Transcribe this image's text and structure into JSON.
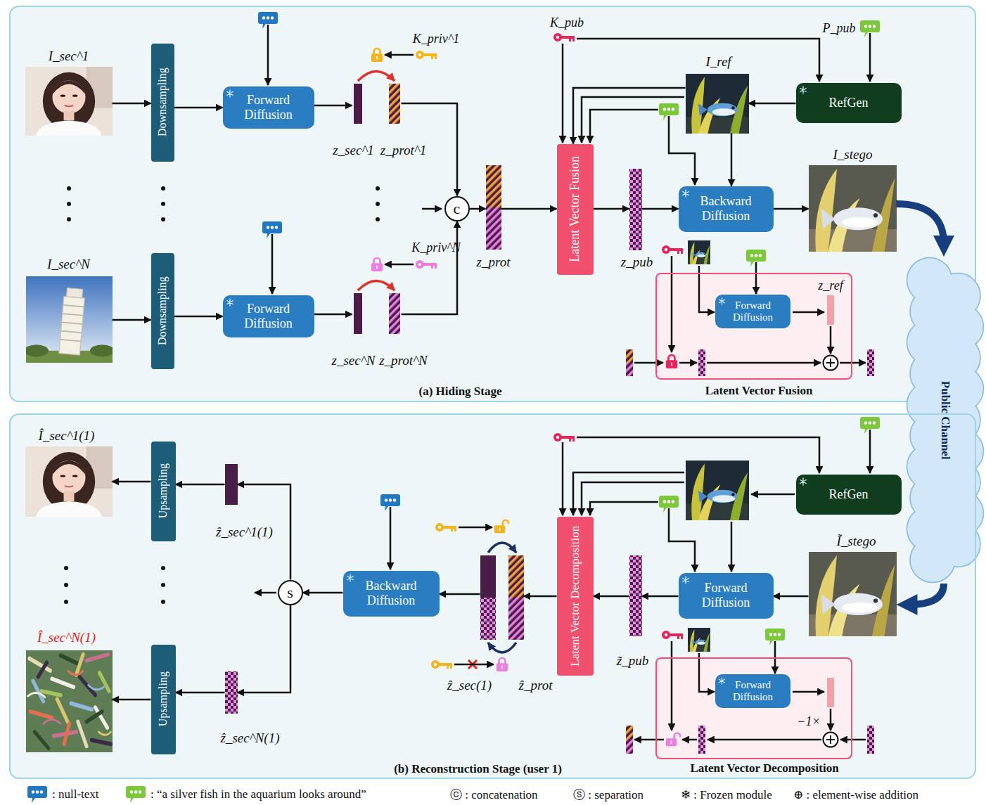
{
  "diagram": {
    "nodes": [
      {
        "text": [
          "(a) Hiding Stage"
        ]
      },
      {
        "text": [
          "I_sec^1"
        ],
        "in": 0
      },
      {
        "text": [
          "Downsampling"
        ],
        "in": 0
      },
      {
        "text": [
          "Forward Diffusion"
        ],
        "in": 0
      },
      {
        "text": [
          "z_sec^1",
          "z_prot^1"
        ],
        "in": 0
      },
      {
        "text": [
          "I_sec^N"
        ],
        "in": 0
      },
      {
        "text": [
          "Downsampling"
        ],
        "in": 0
      },
      {
        "text": [
          "Forward Diffusion"
        ],
        "in": 0
      },
      {
        "text": [
          "z_sec^N",
          "z_prot^N"
        ],
        "in": 0
      },
      {
        "text": [
          "c"
        ],
        "in": 0
      },
      {
        "text": [
          "z_prot"
        ],
        "in": 0
      },
      {
        "text": [
          "Latent Vector Fusion"
        ],
        "in": 0
      },
      {
        "text": [
          "z_pub"
        ],
        "in": 0
      },
      {
        "text": [
          "RefGen"
        ],
        "in": 0
      },
      {
        "text": [
          "I_ref"
        ],
        "in": 0
      },
      {
        "text": [
          "Backward Diffusion"
        ],
        "in": 0
      },
      {
        "text": [
          "I_stego"
        ],
        "in": 0
      },
      {
        "text": [
          "Latent Vector Fusion"
        ],
        "in": 0
      },
      {
        "text": [
          "Forward Diffusion"
        ],
        "in": 17
      },
      {
        "text": [
          "Public Channel"
        ]
      },
      {
        "text": [
          "(b) Reconstruction Stage (user 1)"
        ]
      },
      {
        "text": [
          "Î_sec^1(1)"
        ],
        "in": 20
      },
      {
        "text": [
          "Upsampling"
        ],
        "in": 20
      },
      {
        "text": [
          "ẑ_sec^1(1)"
        ],
        "in": 20
      },
      {
        "text": [
          "Î_sec^N(1)"
        ],
        "in": 20
      },
      {
        "text": [
          "Upsampling"
        ],
        "in": 20
      },
      {
        "text": [
          "ẑ_sec^N(1)"
        ],
        "in": 20
      },
      {
        "text": [
          "s"
        ],
        "in": 20
      },
      {
        "text": [
          "Backward Diffusion"
        ],
        "in": 20
      },
      {
        "text": [
          "ẑ_sec(1)",
          "ẑ_prot"
        ],
        "in": 20
      },
      {
        "text": [
          "Latent Vector Decomposition"
        ],
        "in": 20
      },
      {
        "text": [
          "z̃_pub"
        ],
        "in": 20
      },
      {
        "text": [
          "RefGen"
        ],
        "in": 20
      },
      {
        "text": [
          "Forward Diffusion"
        ],
        "in": 20
      },
      {
        "text": [
          "Ĩ_stego"
        ],
        "in": 20
      },
      {
        "text": [
          "Latent Vector Decomposition"
        ],
        "in": 20
      },
      {
        "text": [
          "Forward Diffusion"
        ],
        "in": 35
      }
    ],
    "edges": [
      {
        "from": 1,
        "to": 2,
        "arrow": "to"
      },
      {
        "from": 2,
        "to": 3,
        "arrow": "to"
      },
      {
        "from": 3,
        "to": 4,
        "arrow": "to"
      },
      {
        "from": 5,
        "to": 6,
        "arrow": "to"
      },
      {
        "from": 6,
        "to": 7,
        "arrow": "to"
      },
      {
        "from": 7,
        "to": 8,
        "arrow": "to"
      },
      {
        "from": 4,
        "to": 9,
        "arrow": "to"
      },
      {
        "from": 8,
        "to": 9,
        "arrow": "to"
      },
      {
        "from": 9,
        "to": 10,
        "arrow": "to"
      },
      {
        "from": 10,
        "to": 11,
        "arrow": "to"
      },
      {
        "from": 11,
        "to": 12,
        "arrow": "to"
      },
      {
        "from": 12,
        "to": 15,
        "arrow": "to"
      },
      {
        "from": 13,
        "to": 14,
        "arrow": "to"
      },
      {
        "from": 14,
        "to": 11,
        "arrow": "to"
      },
      {
        "from": 14,
        "to": 15,
        "arrow": "to"
      },
      {
        "from": 15,
        "to": 16,
        "arrow": "to"
      },
      {
        "from": 16,
        "to": 19,
        "arrow": "to"
      },
      {
        "from": 19,
        "to": 34,
        "arrow": "to"
      },
      {
        "from": 34,
        "to": 33,
        "arrow": "to"
      },
      {
        "from": 33,
        "to": 31,
        "arrow": "to"
      },
      {
        "from": 31,
        "to": 30,
        "arrow": "to"
      },
      {
        "from": 30,
        "to": 29,
        "arrow": "to"
      },
      {
        "from": 29,
        "to": 28,
        "arrow": "to"
      },
      {
        "from": 28,
        "to": 27,
        "arrow": "to"
      },
      {
        "from": 27,
        "to": 23,
        "arrow": "to"
      },
      {
        "from": 27,
        "to": 26,
        "arrow": "to"
      },
      {
        "from": 23,
        "to": 22,
        "arrow": "to"
      },
      {
        "from": 22,
        "to": 21,
        "arrow": "to"
      },
      {
        "from": 26,
        "to": 25,
        "arrow": "to"
      },
      {
        "from": 25,
        "to": 24,
        "arrow": "to"
      }
    ],
    "labels": [
      "K_priv^1",
      "K_priv^N",
      "K_pub",
      "P_pub",
      "z_ref",
      "−1×"
    ],
    "legend": [
      {
        "text": ": null-text"
      },
      {
        "text": ": “a silver fish in the aquarium looks around”"
      },
      {
        "text": "ⓒ : concatenation"
      },
      {
        "text": "ⓢ : separation"
      },
      {
        "text": "❄ : Frozen module"
      },
      {
        "text": "⊕ : element-wise addition"
      }
    ]
  }
}
